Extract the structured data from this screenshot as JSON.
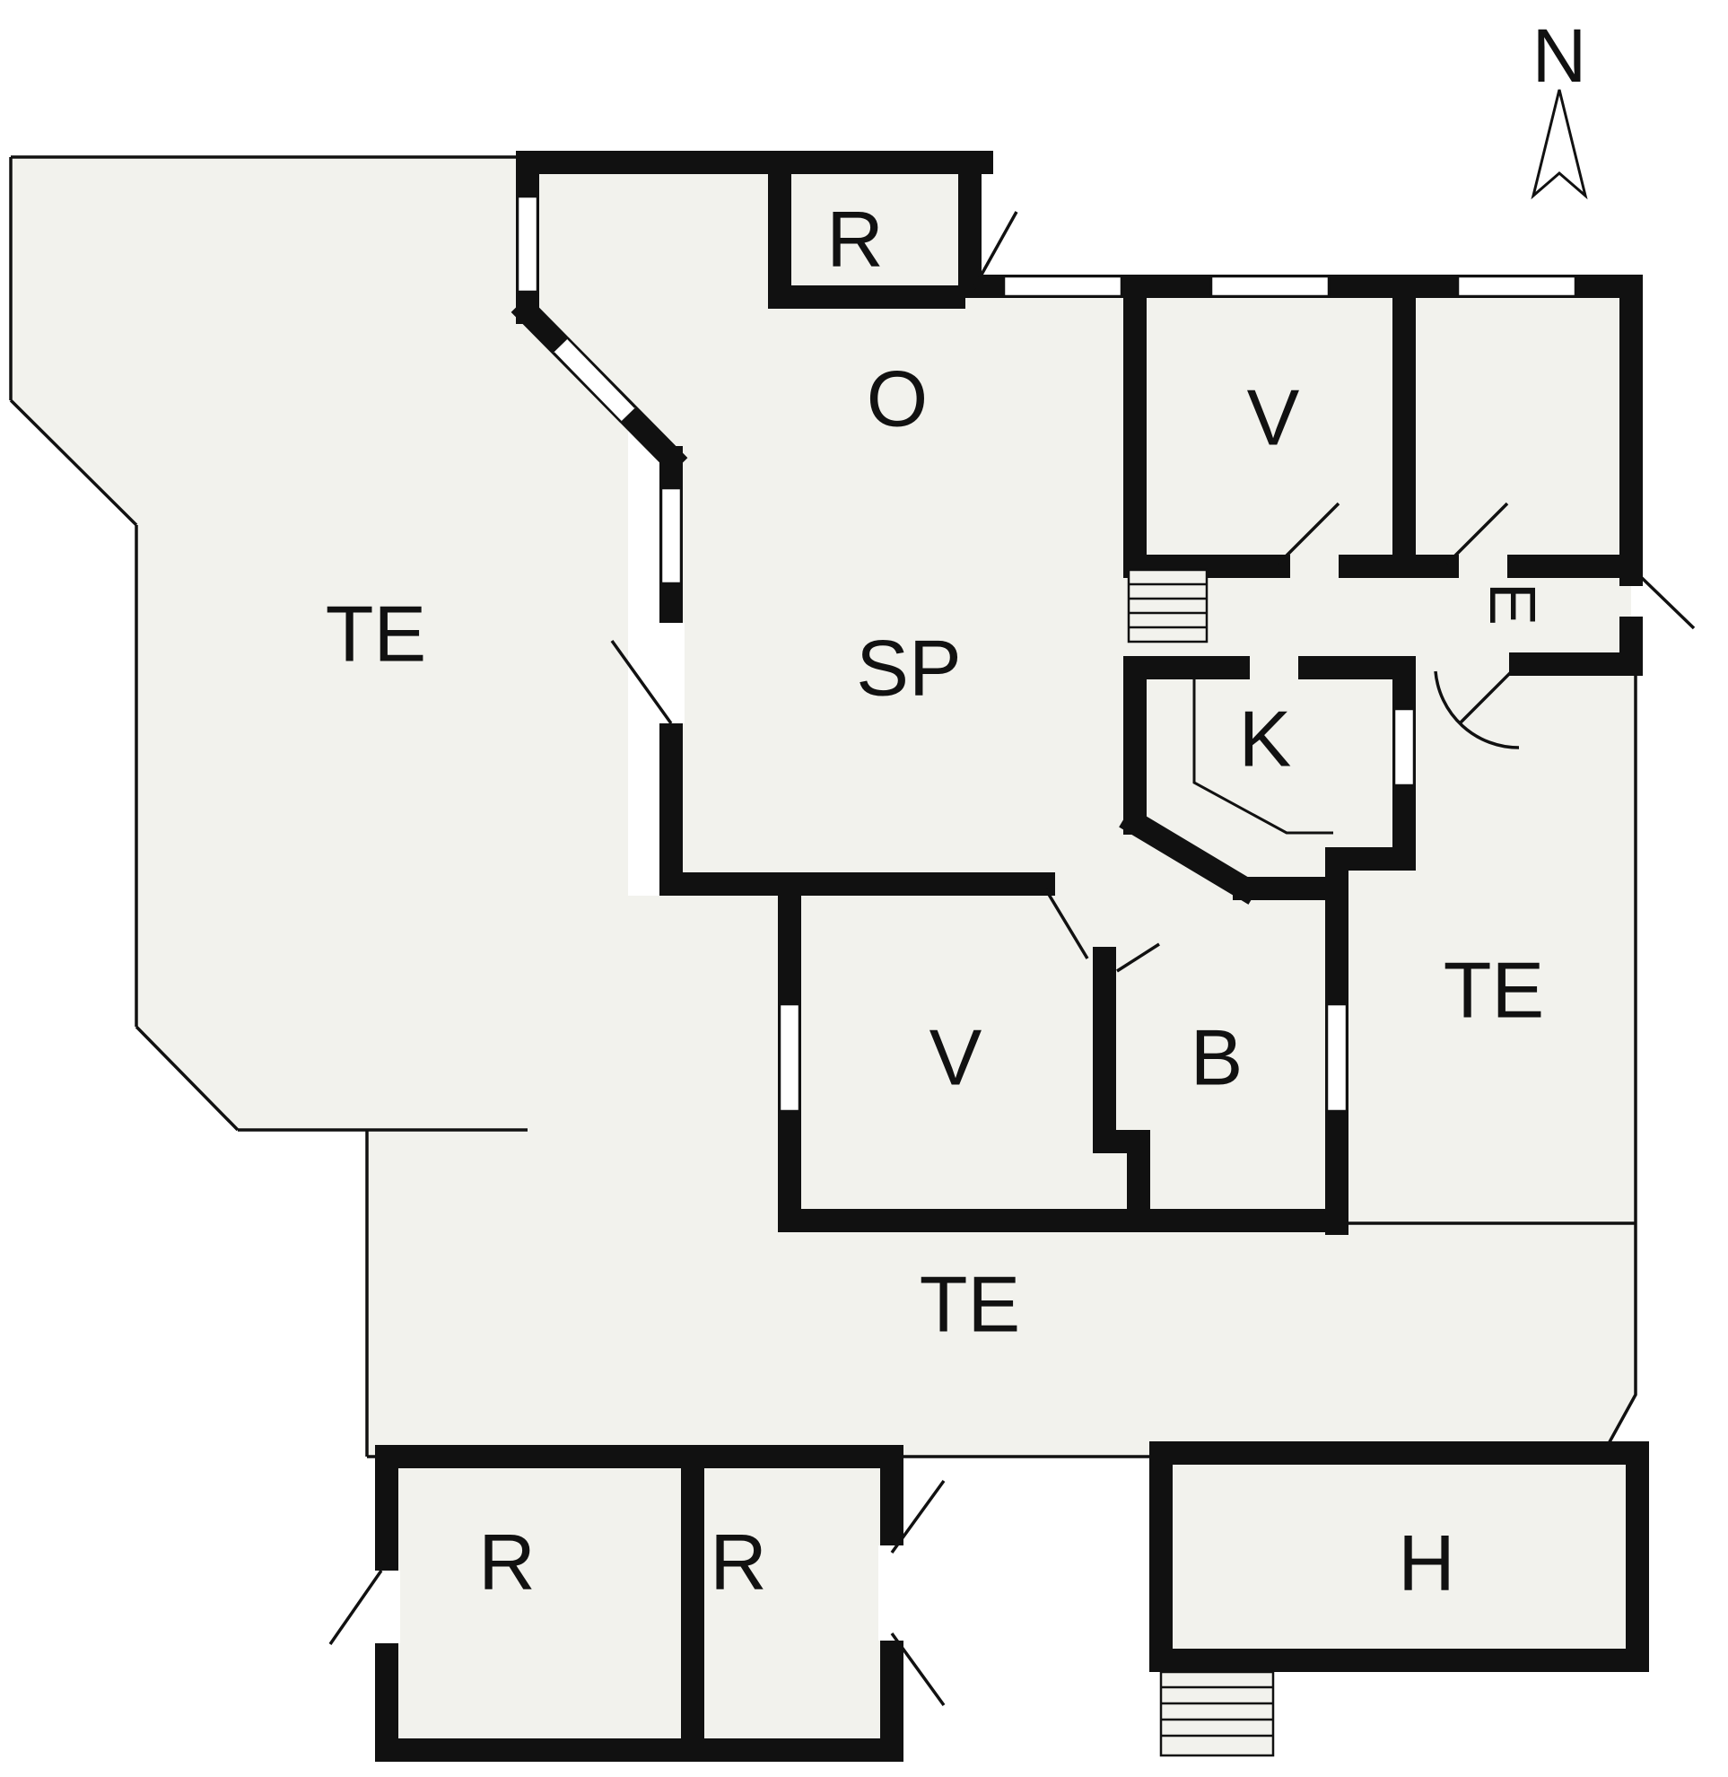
{
  "compass": {
    "label": "N"
  },
  "rooms": [
    {
      "id": "room-top-r",
      "label": "R"
    },
    {
      "id": "room-o",
      "label": "O"
    },
    {
      "id": "room-v-northeast",
      "label": "V"
    },
    {
      "id": "terrace-west",
      "label": "TE"
    },
    {
      "id": "room-sp",
      "label": "SP"
    },
    {
      "id": "room-k",
      "label": "K"
    },
    {
      "id": "room-e",
      "label": "E"
    },
    {
      "id": "terrace-east",
      "label": "TE"
    },
    {
      "id": "room-v-south",
      "label": "V"
    },
    {
      "id": "room-b",
      "label": "B"
    },
    {
      "id": "terrace-south",
      "label": "TE"
    },
    {
      "id": "room-r-southwest-left",
      "label": "R"
    },
    {
      "id": "room-r-southwest-right",
      "label": "R"
    },
    {
      "id": "room-h",
      "label": "H"
    }
  ],
  "colors": {
    "wall": "#111111",
    "floor": "#f2f2ed",
    "background": "#ffffff"
  }
}
